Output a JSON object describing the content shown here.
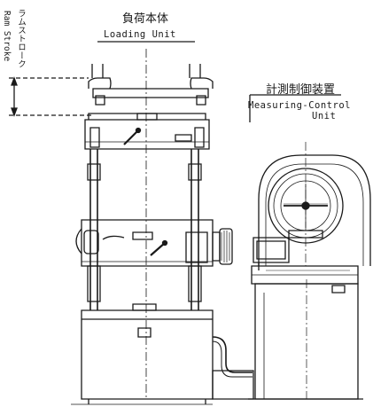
{
  "labels": {
    "load_frame_jp": "負荷本体",
    "load_frame_en": "Loading Unit",
    "measuring_jp": "計測制御装置",
    "measuring_en_line1": "Measuring-Control",
    "measuring_en_line2": "Unit",
    "ram_stroke_jp": "ラムストローク",
    "ram_stroke_en": "Ram Stroke"
  },
  "colors": {
    "ink": "#1a1a1a",
    "background": "#ffffff"
  }
}
